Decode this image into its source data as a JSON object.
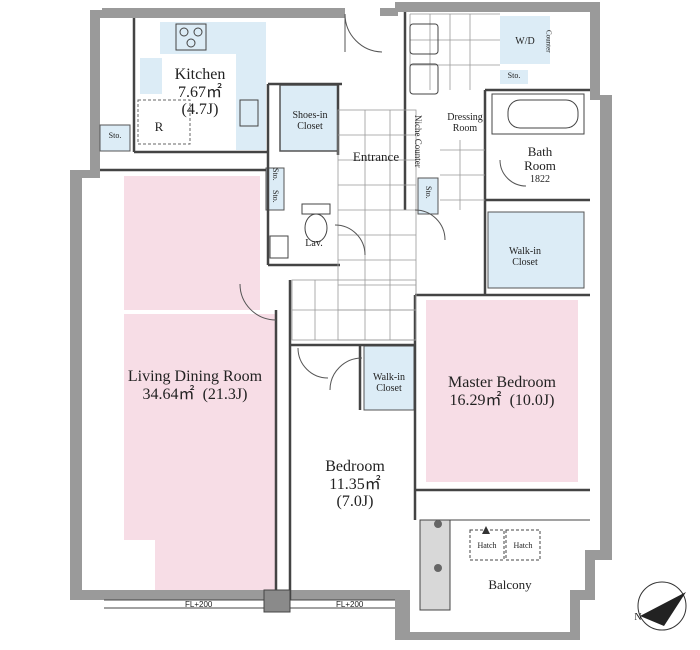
{
  "rooms": {
    "kitchen": {
      "name": "Kitchen",
      "area": "7.67㎡",
      "tatami": "(4.7J)"
    },
    "fridge": "R",
    "shoes_closet": {
      "line1": "Shoes-in",
      "line2": "Closet"
    },
    "entrance": "Entrance",
    "niche_counter": {
      "line1": "Niche",
      "line2": "Counter"
    },
    "dressing": {
      "line1": "Dressing",
      "line2": "Room"
    },
    "wd": "W/D",
    "counter": "Counter",
    "bath": {
      "line1": "Bath",
      "line2": "Room",
      "line3": "1822"
    },
    "walkin_master": {
      "line1": "Walk-in",
      "line2": "Closet"
    },
    "lav": "Lav.",
    "living": {
      "name": "Living Dining Room",
      "area": "34.64㎡",
      "tatami": "(21.3J)"
    },
    "walkin_bed": {
      "line1": "Walk-in",
      "line2": "Closet"
    },
    "master": {
      "name": "Master Bedroom",
      "area": "16.29㎡",
      "tatami": "(10.0J)"
    },
    "bedroom": {
      "name": "Bedroom",
      "area": "11.35㎡",
      "tatami": "(7.0J)"
    },
    "balcony": "Balcony",
    "hatch1": "Hatch",
    "hatch2": "Hatch"
  },
  "storage_label": "Sto.",
  "floor_level_1": "FL+200",
  "floor_level_2": "FL+200",
  "compass": "N",
  "colors": {
    "pink": "#f7dde6",
    "blue": "#dcecf6",
    "wall": "#8c8c8c",
    "line": "#555555"
  }
}
